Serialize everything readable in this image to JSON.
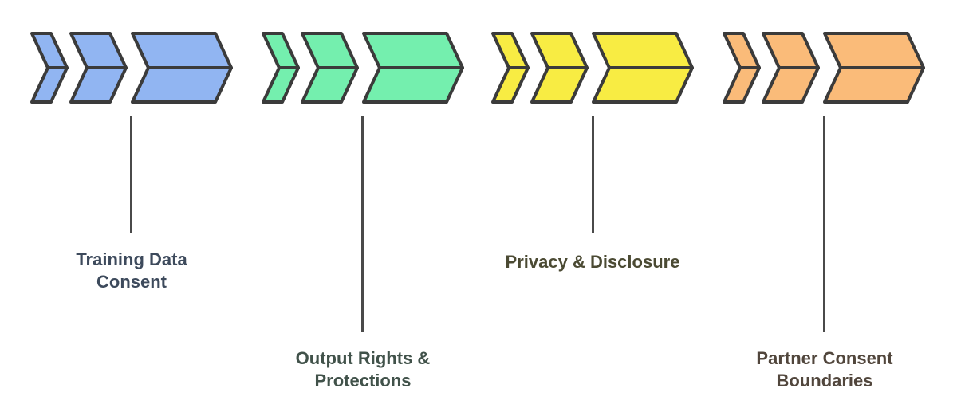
{
  "diagram": {
    "background_color": "#ffffff",
    "stroke_color": "#3b3b3b",
    "connector_color": "#4a4a4a",
    "items": [
      {
        "id": "training-data-consent",
        "label": "Training Data Consent",
        "label_lines": [
          "Training Data",
          "Consent"
        ],
        "fill": "#91b5f2",
        "label_color": "#3d4a5c",
        "connector": "short"
      },
      {
        "id": "output-rights-protections",
        "label": "Output Rights & Protections",
        "label_lines": [
          "Output Rights &",
          "Protections"
        ],
        "fill": "#74efae",
        "label_color": "#41524a",
        "connector": "long"
      },
      {
        "id": "privacy-disclosure",
        "label": "Privacy & Disclosure",
        "label_lines": [
          "Privacy & Disclosure"
        ],
        "fill": "#f8ec43",
        "label_color": "#4b4a33",
        "connector": "short"
      },
      {
        "id": "partner-consent-boundaries",
        "label": "Partner Consent Boundaries",
        "label_lines": [
          "Partner Consent",
          "Boundaries"
        ],
        "fill": "#fabb79",
        "label_color": "#51463c",
        "connector": "long"
      }
    ]
  }
}
